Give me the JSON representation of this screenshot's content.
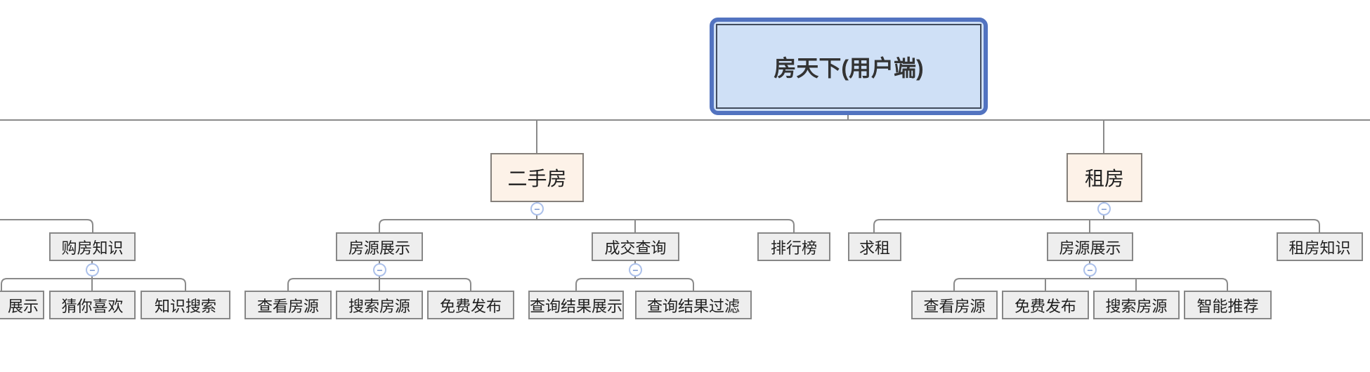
{
  "icons": {
    "collapse_glyph": "−"
  },
  "colors": {
    "root_fill": "#cfe0f6",
    "root_outer_border": "#5273c0",
    "root_inner_border": "#414b5c",
    "branch_fill": "#fdf2e8",
    "node_fill": "#eeeeee",
    "node_border": "#878787",
    "connector_line": "#8a8a8a",
    "collapse_ring": "#abc0ea",
    "collapse_glyph_color": "#7e9ad2",
    "text": "#1f1f1f"
  },
  "tree": {
    "root": {
      "label": "房天下(用户端)"
    },
    "branches": [
      {
        "label": "二手房",
        "children": [
          {
            "label": "房源展示",
            "children": [
              {
                "label": "查看房源"
              },
              {
                "label": "搜索房源"
              },
              {
                "label": "免费发布"
              }
            ]
          },
          {
            "label": "成交查询",
            "children": [
              {
                "label": "查询结果展示"
              },
              {
                "label": "查询结果过滤"
              }
            ]
          },
          {
            "label": "排行榜",
            "children": []
          }
        ]
      },
      {
        "label": "租房",
        "children": [
          {
            "label": "求租",
            "children": []
          },
          {
            "label": "房源展示",
            "children": [
              {
                "label": "查看房源"
              },
              {
                "label": "免费发布"
              },
              {
                "label": "搜索房源"
              },
              {
                "label": "智能推荐"
              }
            ]
          },
          {
            "label": "租房知识",
            "children": []
          }
        ]
      }
    ],
    "clipped_branch": {
      "label": "购房知识",
      "children": [
        {
          "label": "展示"
        },
        {
          "label": "猜你喜欢"
        },
        {
          "label": "知识搜索"
        }
      ]
    }
  }
}
